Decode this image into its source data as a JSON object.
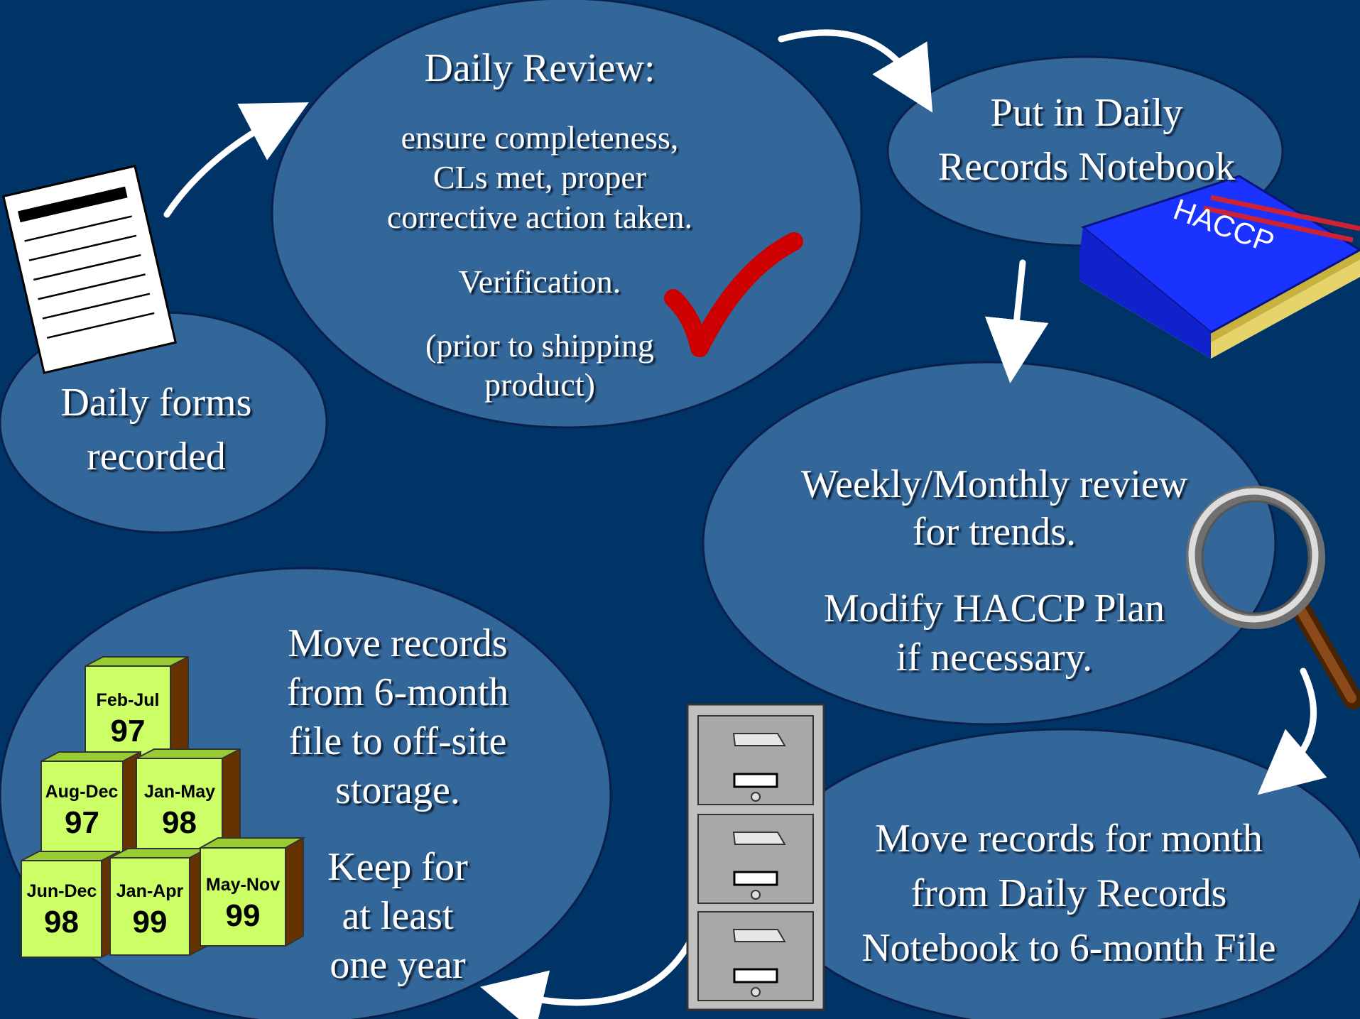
{
  "daily_review": {
    "title": "Daily Review:",
    "line1": "ensure completeness,",
    "line2": "CLs met, proper",
    "line3": "corrective action taken.",
    "verification": "Verification.",
    "prior_line1": "(prior to shipping",
    "prior_line2": "product)"
  },
  "daily_forms": {
    "line1": "Daily  forms",
    "line2": "recorded"
  },
  "put_daily": {
    "line1": "Put in Daily",
    "line2": "Records Notebook"
  },
  "notebook": {
    "cover_text": "HACCP"
  },
  "weekly": {
    "line1": "Weekly/Monthly review",
    "line2": "for trends.",
    "line3": "Modify HACCP Plan",
    "line4": "if necessary."
  },
  "move_month": {
    "line1": "Move records for month",
    "line2": "from Daily  Records",
    "line3": "Notebook to 6-month File"
  },
  "offsite": {
    "line1": "Move records",
    "line2": "from 6-month",
    "line3": "file to off-site",
    "line4": "storage.",
    "keep1": "Keep for",
    "keep2": "at least",
    "keep3": "one year"
  },
  "boxes": [
    {
      "period": "Feb-Jul",
      "year": "97"
    },
    {
      "period": "Aug-Dec",
      "year": "97"
    },
    {
      "period": "Jan-May",
      "year": "98"
    },
    {
      "period": "Jun-Dec",
      "year": "98"
    },
    {
      "period": "Jan-Apr",
      "year": "99"
    },
    {
      "period": "May-Nov",
      "year": "99"
    }
  ],
  "colors": {
    "background": "#003366",
    "ellipse_fill": "#336699",
    "box_face": "#ccff66",
    "box_side": "#663300",
    "checkmark": "#cc0000",
    "notebook_cover": "#1a33ff"
  }
}
